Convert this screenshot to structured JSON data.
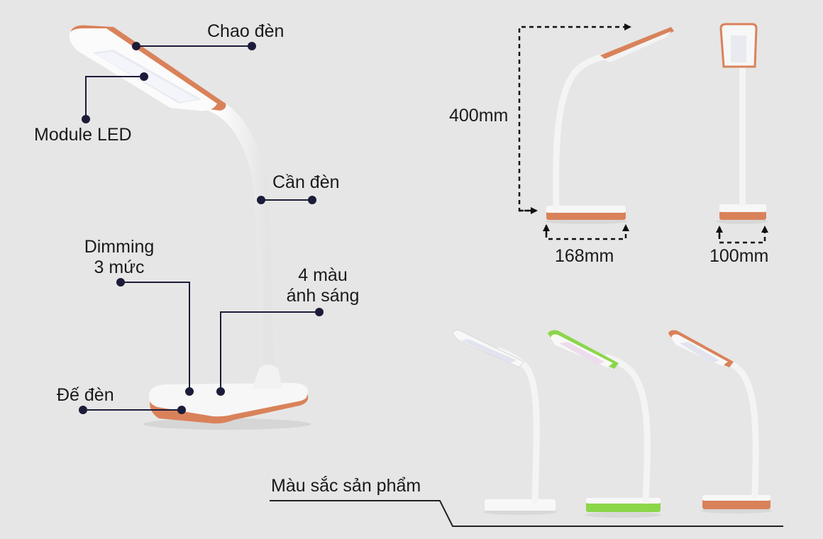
{
  "parts": {
    "shade": "Chao đèn",
    "led_module": "Module LED",
    "arm": "Cần đèn",
    "dimming_line1": "Dimming",
    "dimming_line2": "3 mức",
    "colors_line1": "4 màu",
    "colors_line2": "ánh sáng",
    "base": "Đế đèn"
  },
  "dimensions": {
    "height": "400mm",
    "base_length": "168mm",
    "base_width": "100mm"
  },
  "variants": {
    "title": "Màu sắc sản phẩm",
    "colors": [
      "#f4f4f6",
      "#8cd64a",
      "#cf7b55"
    ]
  },
  "palette": {
    "accent": "#d9825a",
    "background": "#e6e6e6",
    "callout": "#1c1c3a"
  }
}
